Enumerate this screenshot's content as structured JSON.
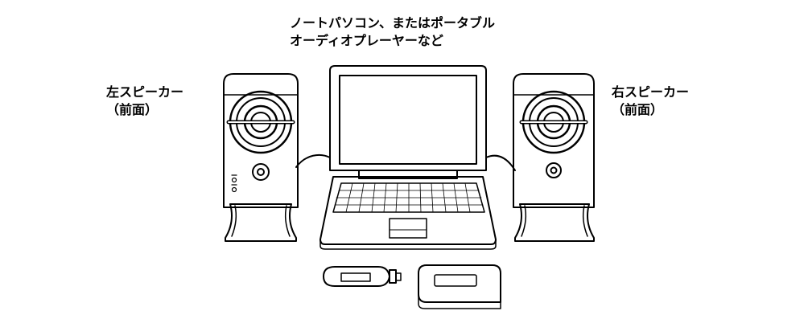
{
  "title": {
    "line1": "ノートパソコン、またはポータブル",
    "line2": "オーディオプレーヤーなど"
  },
  "left_speaker": {
    "line1": "左スピーカー",
    "line2": "（前面）"
  },
  "right_speaker": {
    "line1": "右スピーカー",
    "line2": "（前面）"
  }
}
